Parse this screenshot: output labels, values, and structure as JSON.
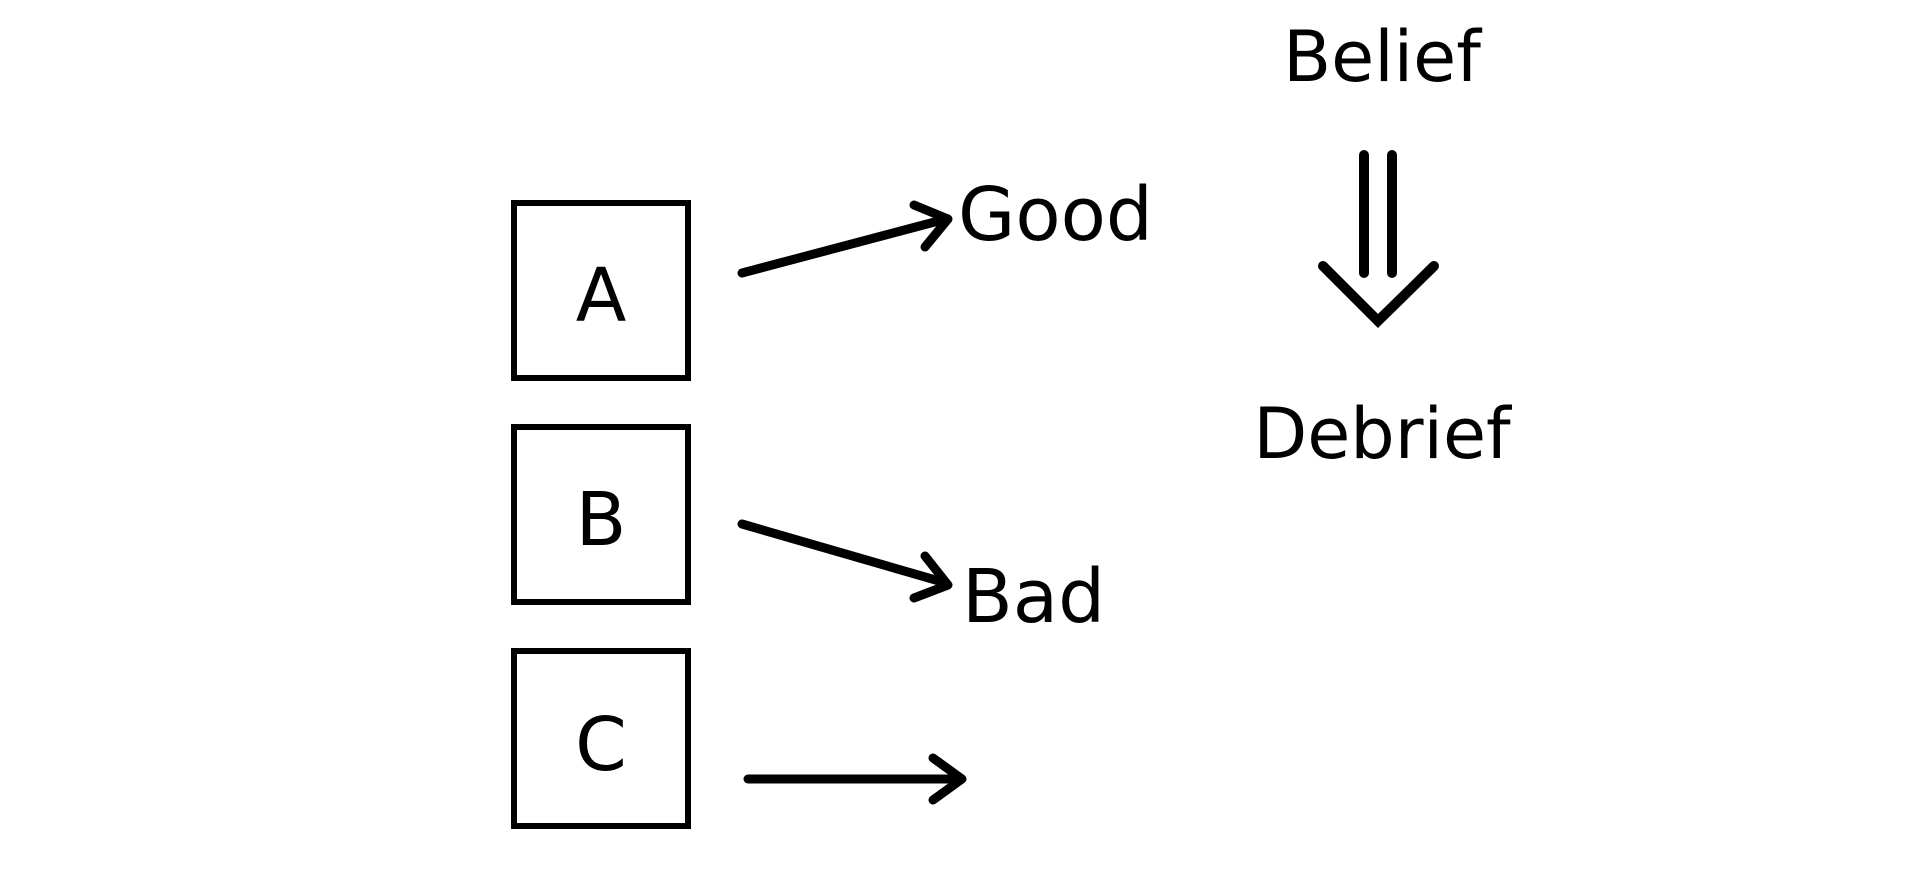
{
  "boxes": [
    {
      "label": "A"
    },
    {
      "label": "B"
    },
    {
      "label": "C"
    }
  ],
  "outcomes": [
    {
      "label": "Good"
    },
    {
      "label": "Bad"
    }
  ],
  "belief_label": "Belief",
  "debrief_label": "Debrief",
  "colors": {
    "ink": "#000000",
    "background": "#ffffff"
  }
}
